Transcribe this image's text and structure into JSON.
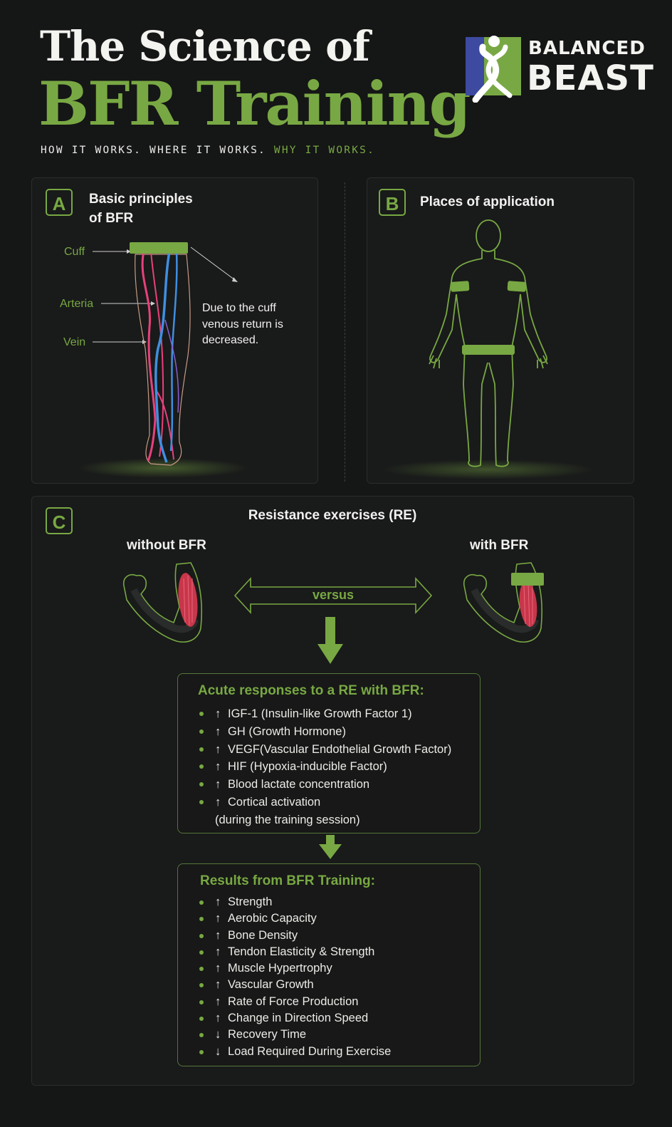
{
  "header": {
    "title_line1": "The Science of",
    "title_line2": "BFR Training",
    "tagline_part1": "HOW IT WORKS. WHERE IT WORKS. ",
    "tagline_part2": "WHY IT WORKS."
  },
  "logo": {
    "word1": "BALANCED",
    "word2": "BEAST",
    "colors": {
      "blue": "#3d4aa0",
      "green": "#78a843"
    }
  },
  "panel_a": {
    "badge": "A",
    "title_line1": "Basic principles",
    "title_line2": "of BFR",
    "label_cuff": "Cuff",
    "label_arteria": "Arteria",
    "label_vein": "Vein",
    "note_line1": "Due to the cuff",
    "note_line2": "venous return is",
    "note_line3": "decreased."
  },
  "panel_b": {
    "badge": "B",
    "title": "Places of application"
  },
  "panel_c": {
    "badge": "C",
    "title": "Resistance exercises (RE)",
    "without_label": "without BFR",
    "with_label": "with BFR",
    "versus_label": "versus"
  },
  "acute_box": {
    "title": "Acute responses to a RE with BFR:",
    "items": [
      {
        "arrow": "↑",
        "text": "IGF-1 (Insulin-like Growth Factor 1)"
      },
      {
        "arrow": "↑",
        "text": "GH (Growth Hormone)"
      },
      {
        "arrow": "↑",
        "text": "VEGF(Vascular Endothelial Growth Factor)"
      },
      {
        "arrow": "↑",
        "text": "HIF (Hypoxia-inducible Factor)"
      },
      {
        "arrow": "↑",
        "text": "Blood lactate concentration"
      },
      {
        "arrow": "↑",
        "text": "Cortical activation"
      }
    ],
    "footnote": "(during the training session)"
  },
  "results_box": {
    "title": "Results from BFR Training:",
    "items": [
      {
        "arrow": "↑",
        "text": "Strength"
      },
      {
        "arrow": "↑",
        "text": "Aerobic Capacity"
      },
      {
        "arrow": "↑",
        "text": "Bone Density"
      },
      {
        "arrow": "↑",
        "text": "Tendon Elasticity & Strength"
      },
      {
        "arrow": "↑",
        "text": "Muscle Hypertrophy"
      },
      {
        "arrow": "↑",
        "text": "Vascular Growth"
      },
      {
        "arrow": "↑",
        "text": "Rate of Force Production"
      },
      {
        "arrow": "↑",
        "text": "Change in Direction Speed"
      },
      {
        "arrow": "↓",
        "text": "Recovery Time"
      },
      {
        "arrow": "↓",
        "text": "Load Required During Exercise"
      }
    ]
  },
  "colors": {
    "background": "#151616",
    "accent_green": "#78a843",
    "artery_pink": "#e8407c",
    "vein_blue": "#3f8fe0",
    "muscle_red": "#c8364a"
  }
}
